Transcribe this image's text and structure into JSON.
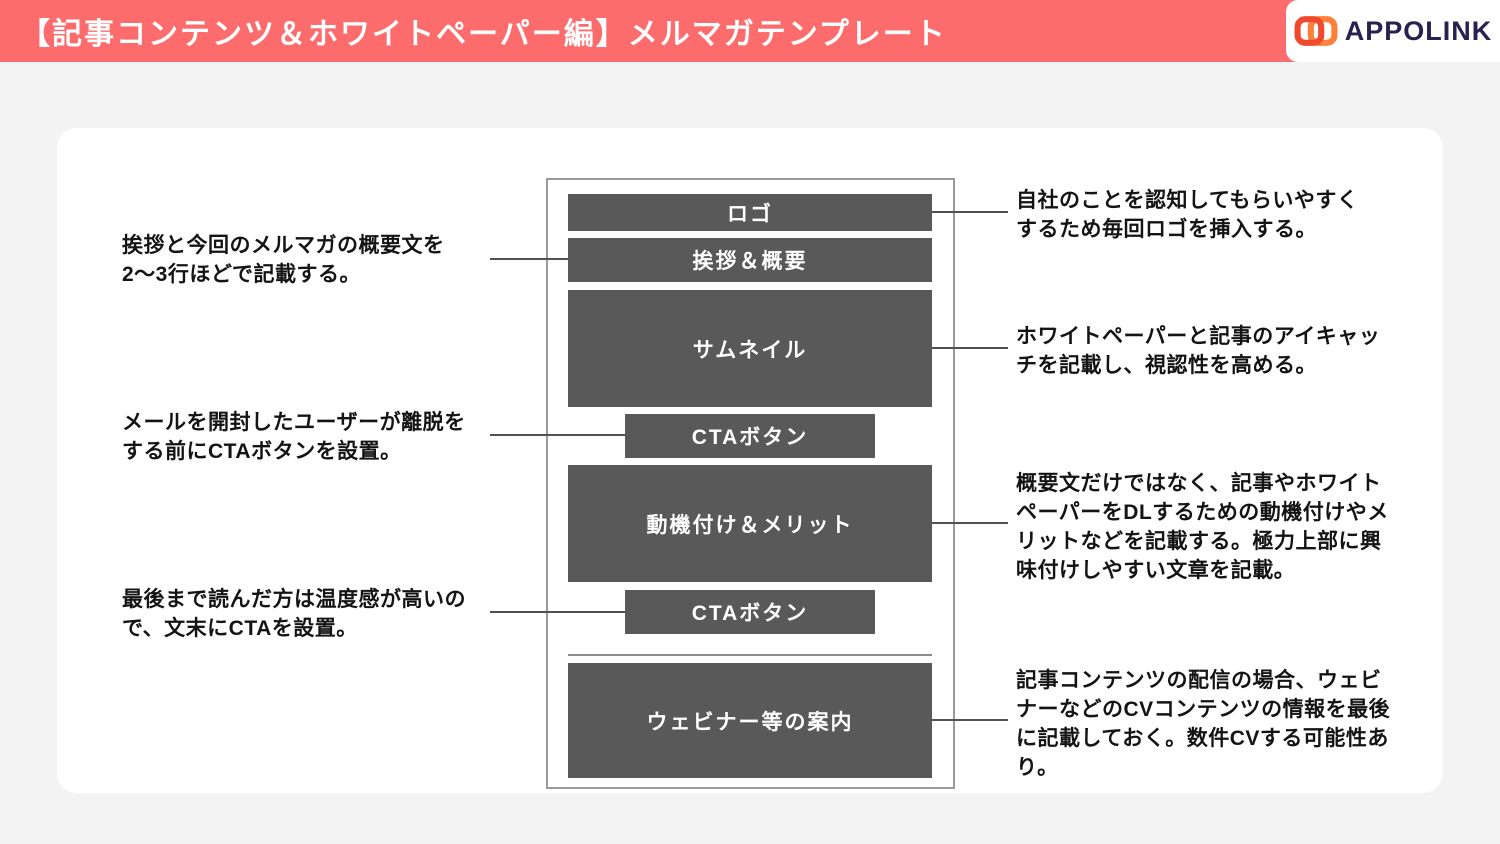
{
  "header": {
    "title": "【記事コンテンツ＆ホワイトペーパー編】メルマガテンプレート",
    "bg_color": "#fc6c6c",
    "logo": {
      "brand": "APPOLINK",
      "icon": "chain-link-icon",
      "text_color": "#2a2150",
      "icon_color_left": "#f04a2e",
      "icon_color_right": "#ff8038"
    }
  },
  "wireframe": {
    "block_color": "#595959",
    "border_color": "#9a9a9a",
    "blocks": [
      {
        "label": "ロゴ"
      },
      {
        "label": "挨拶＆概要"
      },
      {
        "label": "サムネイル"
      },
      {
        "label": "CTAボタン"
      },
      {
        "label": "動機付け＆メリット"
      },
      {
        "label": "CTAボタン"
      },
      {
        "label": "ウェビナー等の案内"
      }
    ]
  },
  "annotations": {
    "left": [
      "挨拶と今回のメルマガの概要文を\n2〜3行ほどで記載する。",
      "メールを開封したユーザーが離脱を\nする前にCTAボタンを設置。",
      "最後まで読んだ方は温度感が高いの\nで、文末にCTAを設置。"
    ],
    "right": [
      "自社のことを認知してもらいやすく\nするため毎回ロゴを挿入する。",
      "ホワイトペーパーと記事のアイキャッ\nチを記載し、視認性を高める。",
      "概要文だけではなく、記事やホワイト\nペーパーをDLするための動機付けやメ\nリットなどを記載する。極力上部に興\n味付けしやすい文章を記載。",
      "記事コンテンツの配信の場合、ウェビ\nナーなどのCVコンテンツの情報を最後\nに記載しておく。数件CVする可能性あ\nり。"
    ]
  }
}
